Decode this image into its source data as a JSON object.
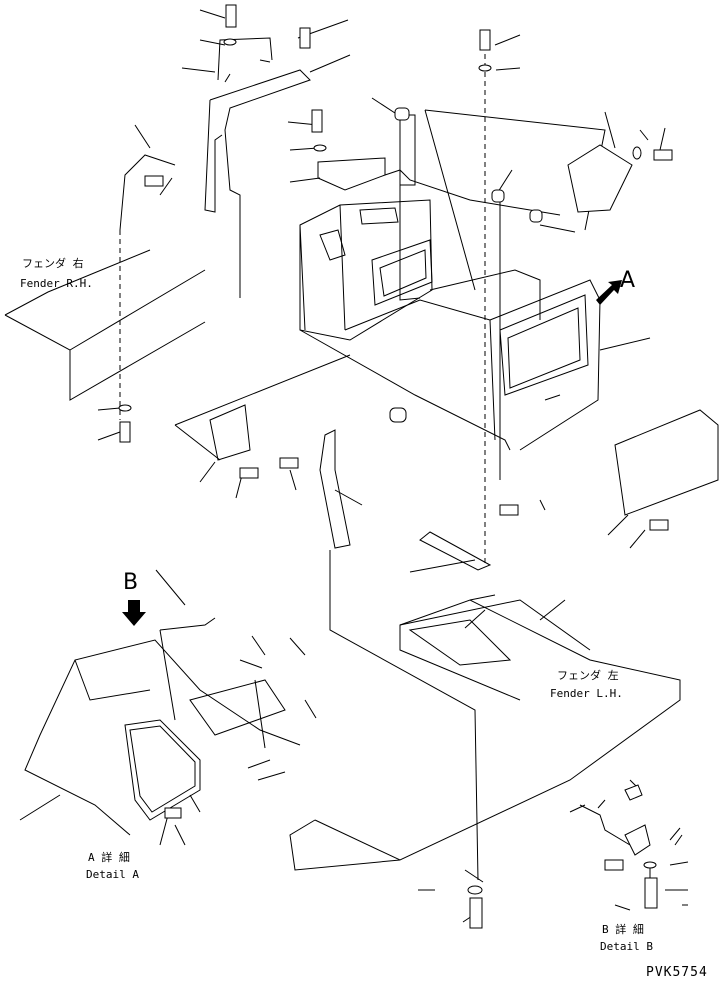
{
  "labels": {
    "fender_rh_jp": "フェンダ 右",
    "fender_rh_en": "Fender R.H.",
    "fender_lh_jp": "フェンダ 左",
    "fender_lh_en": "Fender L.H.",
    "view_a": "A",
    "view_b": "B",
    "detail_a_jp": "A 詳 細",
    "detail_a_en": "Detail A",
    "detail_b_jp": "B 詳 細",
    "detail_b_en": "Detail B",
    "drawing_code": "PVK5754"
  }
}
